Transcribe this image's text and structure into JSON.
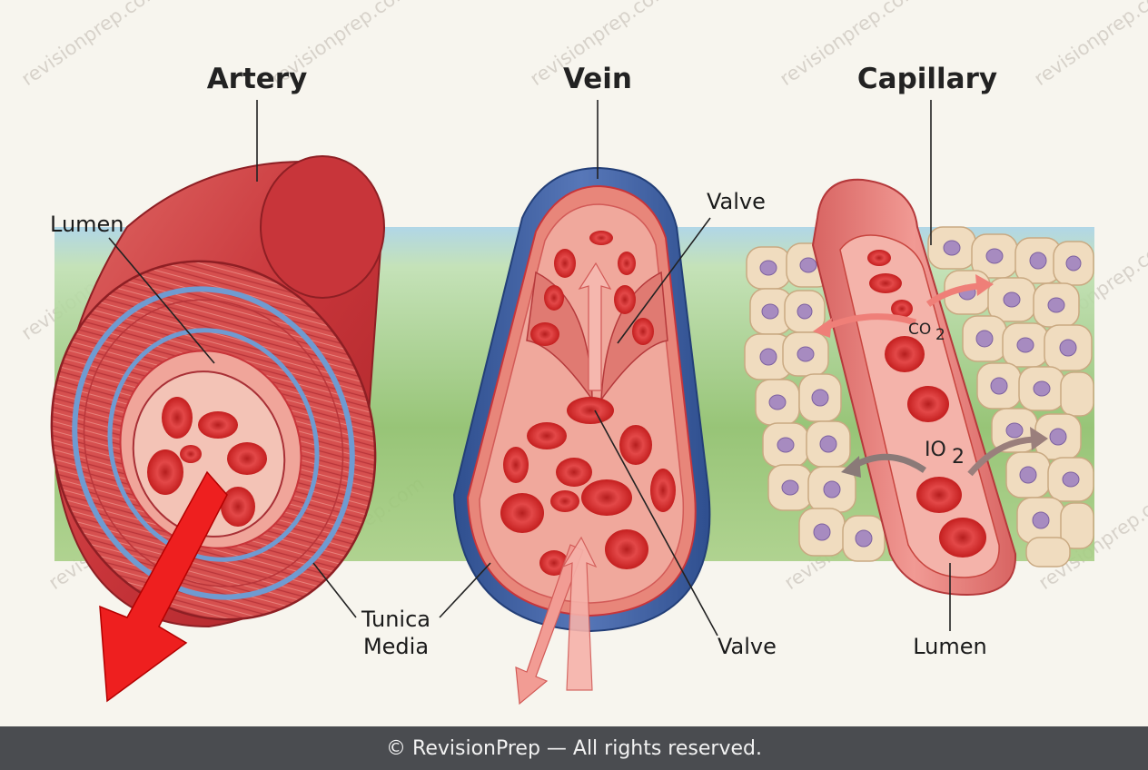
{
  "labels": {
    "artery_title": "Artery",
    "vein_title": "Vein",
    "capillary_title": "Capillary",
    "lumen_artery": "Lumen",
    "tunica_line1": "Tunica",
    "tunica_line2": "Media",
    "valve_top": "Valve",
    "valve_bottom": "Valve",
    "lumen_capillary": "Lumen",
    "co2": "CO",
    "co2_sub": "2",
    "o2": "IO",
    "o2_sub": "2"
  },
  "watermark": "revisionprep.com",
  "footer": {
    "text": "© RevisionPrep — All rights reserved."
  },
  "colors": {
    "artery_red": "#c8353a",
    "vein_blue": "#3f5f9e",
    "capillary_pink": "#e07a78",
    "rbc": "#d42a2a",
    "cell_cream": "#f0dcbf",
    "nucleus": "#a78bc0",
    "tissue_green": "#8dbf6a",
    "arrow_red": "#ee1f1f"
  }
}
